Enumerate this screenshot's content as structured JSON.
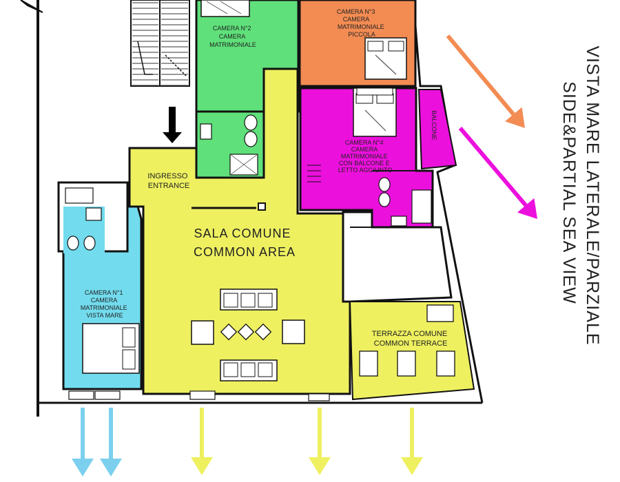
{
  "rooms": {
    "camera2": {
      "lines": [
        "CAMERA N°2",
        "CAMERA",
        "MATRIMONIALE"
      ],
      "color": "#5fe07a"
    },
    "camera3": {
      "lines": [
        "CAMERA N°3",
        "CAMERA",
        "MATRIMONIALE",
        "PICCOLA"
      ],
      "color": "#f38c53"
    },
    "camera4": {
      "lines": [
        "CAMERA N°4",
        "CAMERA",
        "MATRIMONIALE",
        "CON BALCONE E",
        "LETTO AGGIUNTO"
      ],
      "color": "#ec10dd"
    },
    "balcone": {
      "label": "BALCONE",
      "color": "#ec10dd"
    },
    "ingresso": {
      "lines": [
        "INGRESSO",
        "ENTRANCE"
      ]
    },
    "sala": {
      "lines": [
        "SALA COMUNE",
        "COMMON AREA"
      ],
      "color": "#eef060"
    },
    "camera1": {
      "lines": [
        "CAMERA N°1",
        "CAMERA",
        "MATRIMONIALE",
        "VISTA MARE"
      ],
      "color": "#72dcee"
    },
    "terrazza": {
      "lines": [
        "TERRAZZA COMUNE",
        "COMMON TERRACE"
      ],
      "color": "#eef060"
    }
  },
  "side_caption": {
    "line1": "VISTA MARE LATERALE/PARZIALE",
    "line2": "SIDE&PARTIAL SEA VIEW"
  },
  "arrow_colors": {
    "orange": "#f38c53",
    "magenta": "#ec10dd",
    "blue": "#7cd0ee",
    "yellow": "#eef060",
    "entrance": "#000000"
  }
}
